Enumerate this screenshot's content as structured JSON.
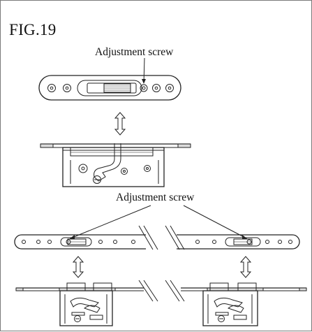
{
  "figure": {
    "title": "FIG.19",
    "labels": {
      "top_screw": "Adjustment screw",
      "middle_screw": "Adjustment screw"
    }
  }
}
